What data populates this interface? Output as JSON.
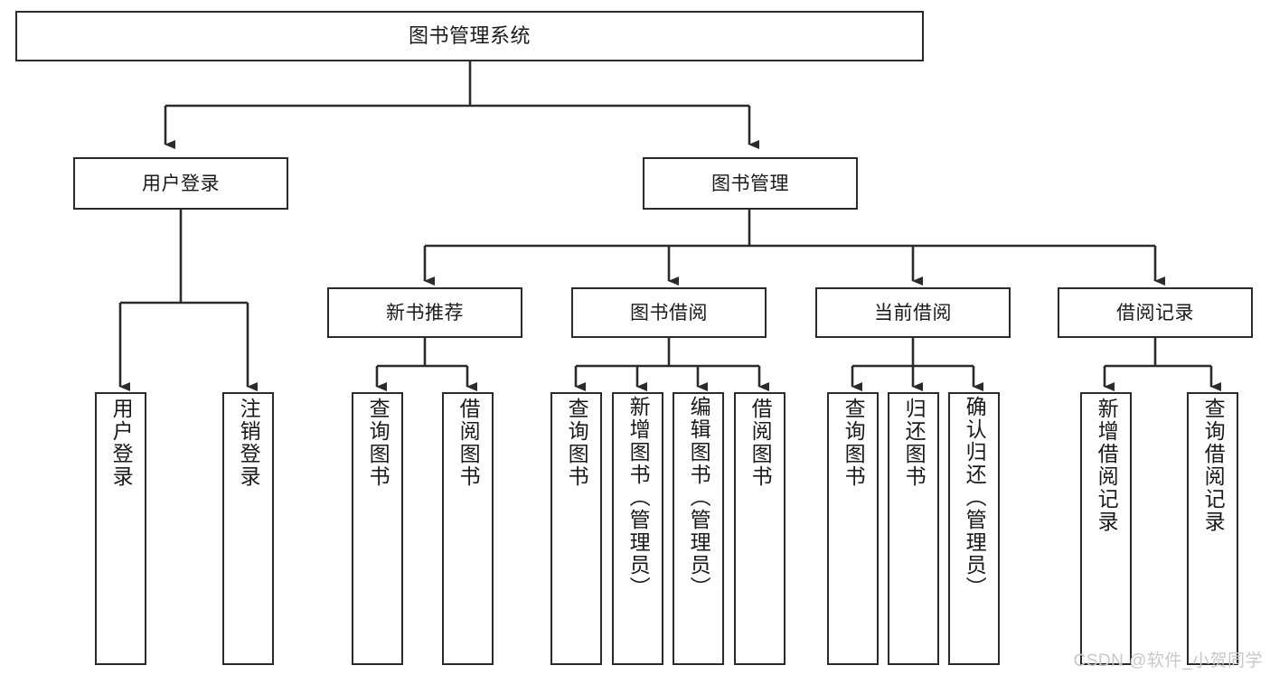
{
  "diagram": {
    "title": "图书管理系统",
    "type": "tree",
    "stroke_color": "#2b2b2b",
    "fill_color": "#ffffff",
    "text_color": "#1a1a1a",
    "watermark": "CSDN @软件_小贺同学",
    "levels": {
      "root": {
        "label": "图书管理系统"
      },
      "level2": [
        {
          "label": "用户登录"
        },
        {
          "label": "图书管理"
        }
      ],
      "level3": [
        {
          "label": "新书推荐"
        },
        {
          "label": "图书借阅"
        },
        {
          "label": "当前借阅"
        },
        {
          "label": "借阅记录"
        }
      ],
      "leaves": {
        "user_login": [
          {
            "label": "用户登录"
          },
          {
            "label": "注销登录"
          }
        ],
        "new_book_recommend": [
          {
            "label": "查询图书"
          },
          {
            "label": "借阅图书"
          }
        ],
        "book_borrow": [
          {
            "label": "查询图书"
          },
          {
            "label": "新增图书（管理员）"
          },
          {
            "label": "编辑图书（管理员）"
          },
          {
            "label": "借阅图书"
          }
        ],
        "current_borrow": [
          {
            "label": "查询图书"
          },
          {
            "label": "归还图书"
          },
          {
            "label": "确认归还（管理员）"
          }
        ],
        "borrow_records": [
          {
            "label": "新增借阅记录"
          },
          {
            "label": "查询借阅记录"
          }
        ]
      }
    }
  },
  "chart_data": {
    "type": "table",
    "title": "图书管理系统",
    "nodes": [
      {
        "id": "root",
        "label": "图书管理系统",
        "level": 0,
        "parent": null
      },
      {
        "id": "n_user_login",
        "label": "用户登录",
        "level": 1,
        "parent": "root"
      },
      {
        "id": "n_book_mgmt",
        "label": "图书管理",
        "level": 1,
        "parent": "root"
      },
      {
        "id": "n_new_book",
        "label": "新书推荐",
        "level": 2,
        "parent": "n_book_mgmt"
      },
      {
        "id": "n_borrow",
        "label": "图书借阅",
        "level": 2,
        "parent": "n_book_mgmt"
      },
      {
        "id": "n_current",
        "label": "当前借阅",
        "level": 2,
        "parent": "n_book_mgmt"
      },
      {
        "id": "n_records",
        "label": "借阅记录",
        "level": 2,
        "parent": "n_book_mgmt"
      },
      {
        "id": "l1",
        "label": "用户登录",
        "level": 3,
        "parent": "n_user_login"
      },
      {
        "id": "l2",
        "label": "注销登录",
        "level": 3,
        "parent": "n_user_login"
      },
      {
        "id": "l3",
        "label": "查询图书",
        "level": 3,
        "parent": "n_new_book"
      },
      {
        "id": "l4",
        "label": "借阅图书",
        "level": 3,
        "parent": "n_new_book"
      },
      {
        "id": "l5",
        "label": "查询图书",
        "level": 3,
        "parent": "n_borrow"
      },
      {
        "id": "l6",
        "label": "新增图书（管理员）",
        "level": 3,
        "parent": "n_borrow"
      },
      {
        "id": "l7",
        "label": "编辑图书（管理员）",
        "level": 3,
        "parent": "n_borrow"
      },
      {
        "id": "l8",
        "label": "借阅图书",
        "level": 3,
        "parent": "n_borrow"
      },
      {
        "id": "l9",
        "label": "查询图书",
        "level": 3,
        "parent": "n_current"
      },
      {
        "id": "l10",
        "label": "归还图书",
        "level": 3,
        "parent": "n_current"
      },
      {
        "id": "l11",
        "label": "确认归还（管理员）",
        "level": 3,
        "parent": "n_current"
      },
      {
        "id": "l12",
        "label": "新增借阅记录",
        "level": 3,
        "parent": "n_records"
      },
      {
        "id": "l13",
        "label": "查询借阅记录",
        "level": 3,
        "parent": "n_records"
      }
    ]
  }
}
